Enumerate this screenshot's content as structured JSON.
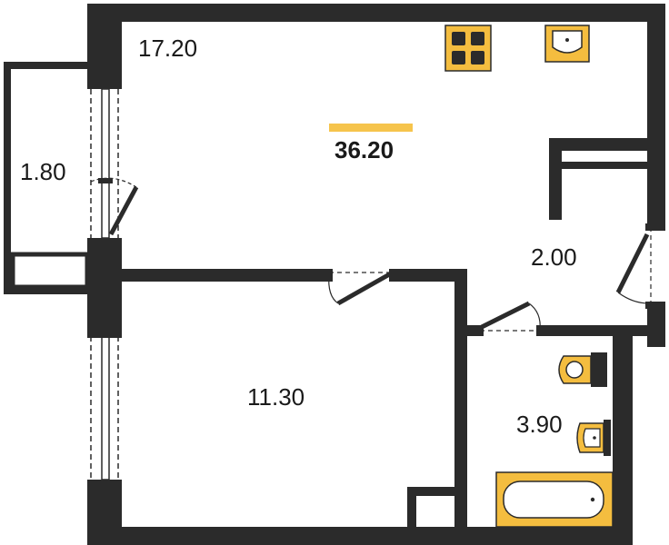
{
  "plan": {
    "total_area": "36.20",
    "rooms": {
      "kitchen_living": "17.20",
      "balcony": "1.80",
      "hallway": "2.00",
      "bedroom": "11.30",
      "bathroom": "3.90"
    },
    "fixtures": [
      "stove-icon",
      "kitchen-sink-icon",
      "toilet-icon",
      "washbasin-icon",
      "bathtub-icon"
    ]
  },
  "colors": {
    "wall": "#2b2b2b",
    "fixture_fill": "#f4bd3f",
    "accent_bar": "#f6c44c",
    "background": "#ffffff"
  }
}
